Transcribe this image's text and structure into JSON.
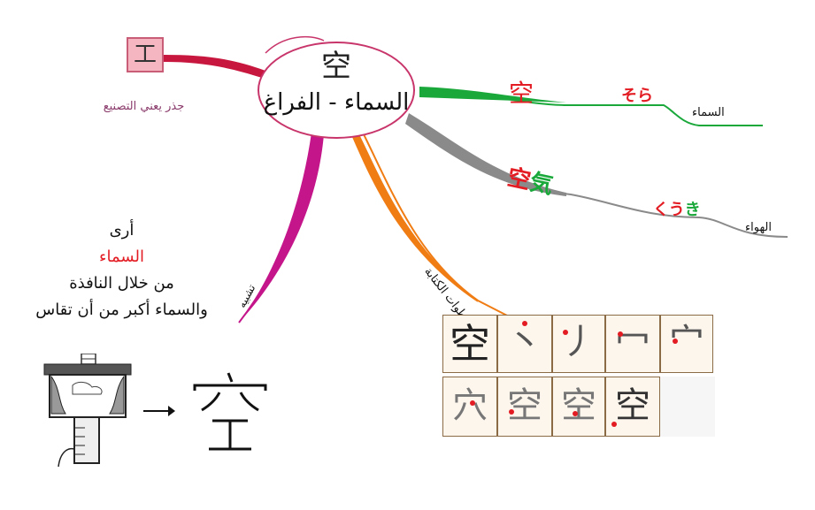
{
  "center": {
    "kanji": "空",
    "title": "السماء - الفراغ"
  },
  "root": {
    "kanji": "工",
    "caption": "جذر يعني التصنيع"
  },
  "branch_reading_1": {
    "kanji": "空",
    "kana": "そら",
    "meaning": "السماء",
    "color": "#1aa83b"
  },
  "branch_reading_2": {
    "kanji_1": "空",
    "kanji_2": "気",
    "kana_1": "く",
    "kana_2": "う",
    "kana_3": "き",
    "meaning": "الهواء",
    "color": "#8a8a8a"
  },
  "branch_writing": {
    "label": "خطوات الكتابة",
    "color": "#f07c14"
  },
  "branch_simile": {
    "label": "تشبيه",
    "color": "#c4158a"
  },
  "mnemonic": {
    "line1": "أرى",
    "line2": "السماء",
    "line3": "من خلال النافذة",
    "line4": "والسماء أكبر من أن تقاس"
  },
  "stroke_order": {
    "final_kanji": "空",
    "steps": [
      "丶",
      "丿",
      "冖",
      "宀",
      "穴",
      "空",
      "空",
      "空"
    ]
  },
  "colors": {
    "red": "#e31c23",
    "green": "#1aa83b",
    "root_fill": "#f5b6c1",
    "crimson": "#c8173e"
  }
}
